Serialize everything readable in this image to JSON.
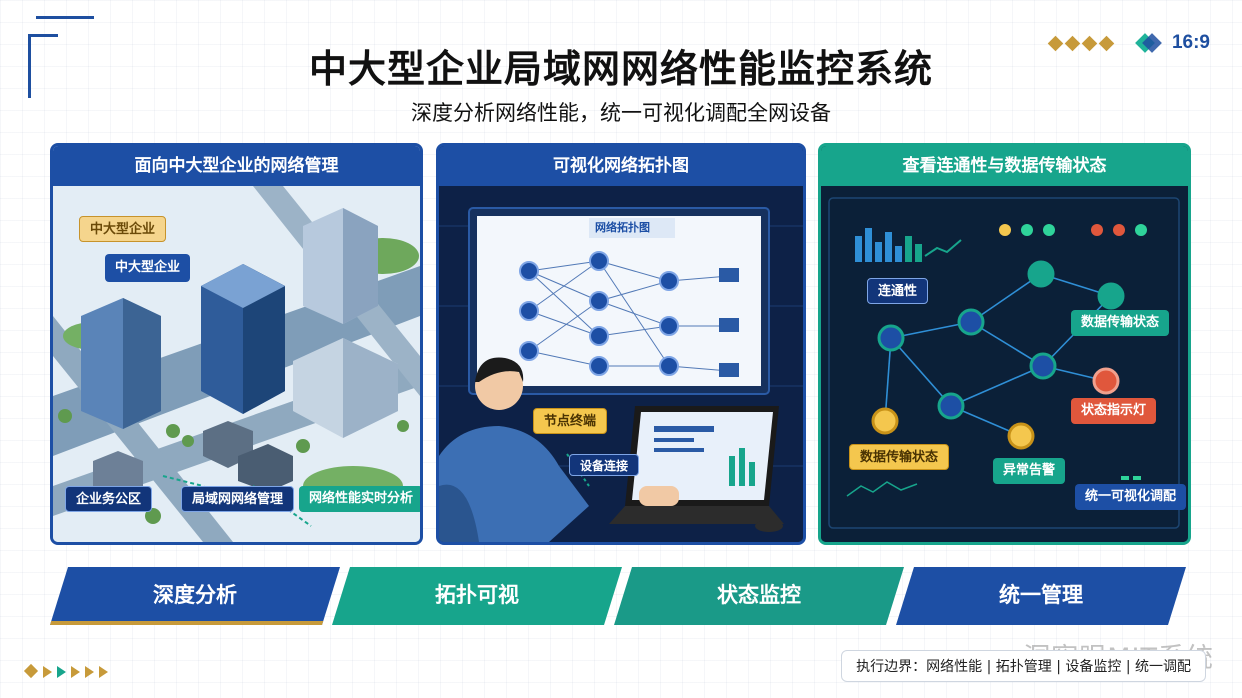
{
  "header": {
    "title": "中大型企业局域网网络性能监控系统",
    "subtitle": "深度分析网络性能，统一可视化调配全网设备",
    "ratio": "16:9"
  },
  "panels": [
    {
      "title": "面向中大型企业的网络管理",
      "tags": [
        "中大型企业",
        "中大型企业",
        "企业务公区",
        "局域网网络管理",
        "网络性能实时分析"
      ]
    },
    {
      "title": "可视化网络拓扑图",
      "screen_title": "网络拓扑图",
      "tags": [
        "节点终端",
        "设备连接"
      ]
    },
    {
      "title": "查看连通性与数据传输状态",
      "tags": [
        "连通性",
        "数据传输状态",
        "状态指示灯",
        "数据传输状态",
        "异常告警",
        "统一可视化调配"
      ]
    }
  ],
  "bands": [
    "深度分析",
    "拓扑可视",
    "状态监控",
    "统一管理"
  ],
  "footer": "执行边界：网络性能 | 拓扑管理 | 设备监控 | 统一调配",
  "watermark": "洞察眼MIT系统",
  "colors": {
    "brand_blue": "#1d4fa5",
    "brand_teal": "#17a58c",
    "accent_gold": "#c79a3a"
  }
}
